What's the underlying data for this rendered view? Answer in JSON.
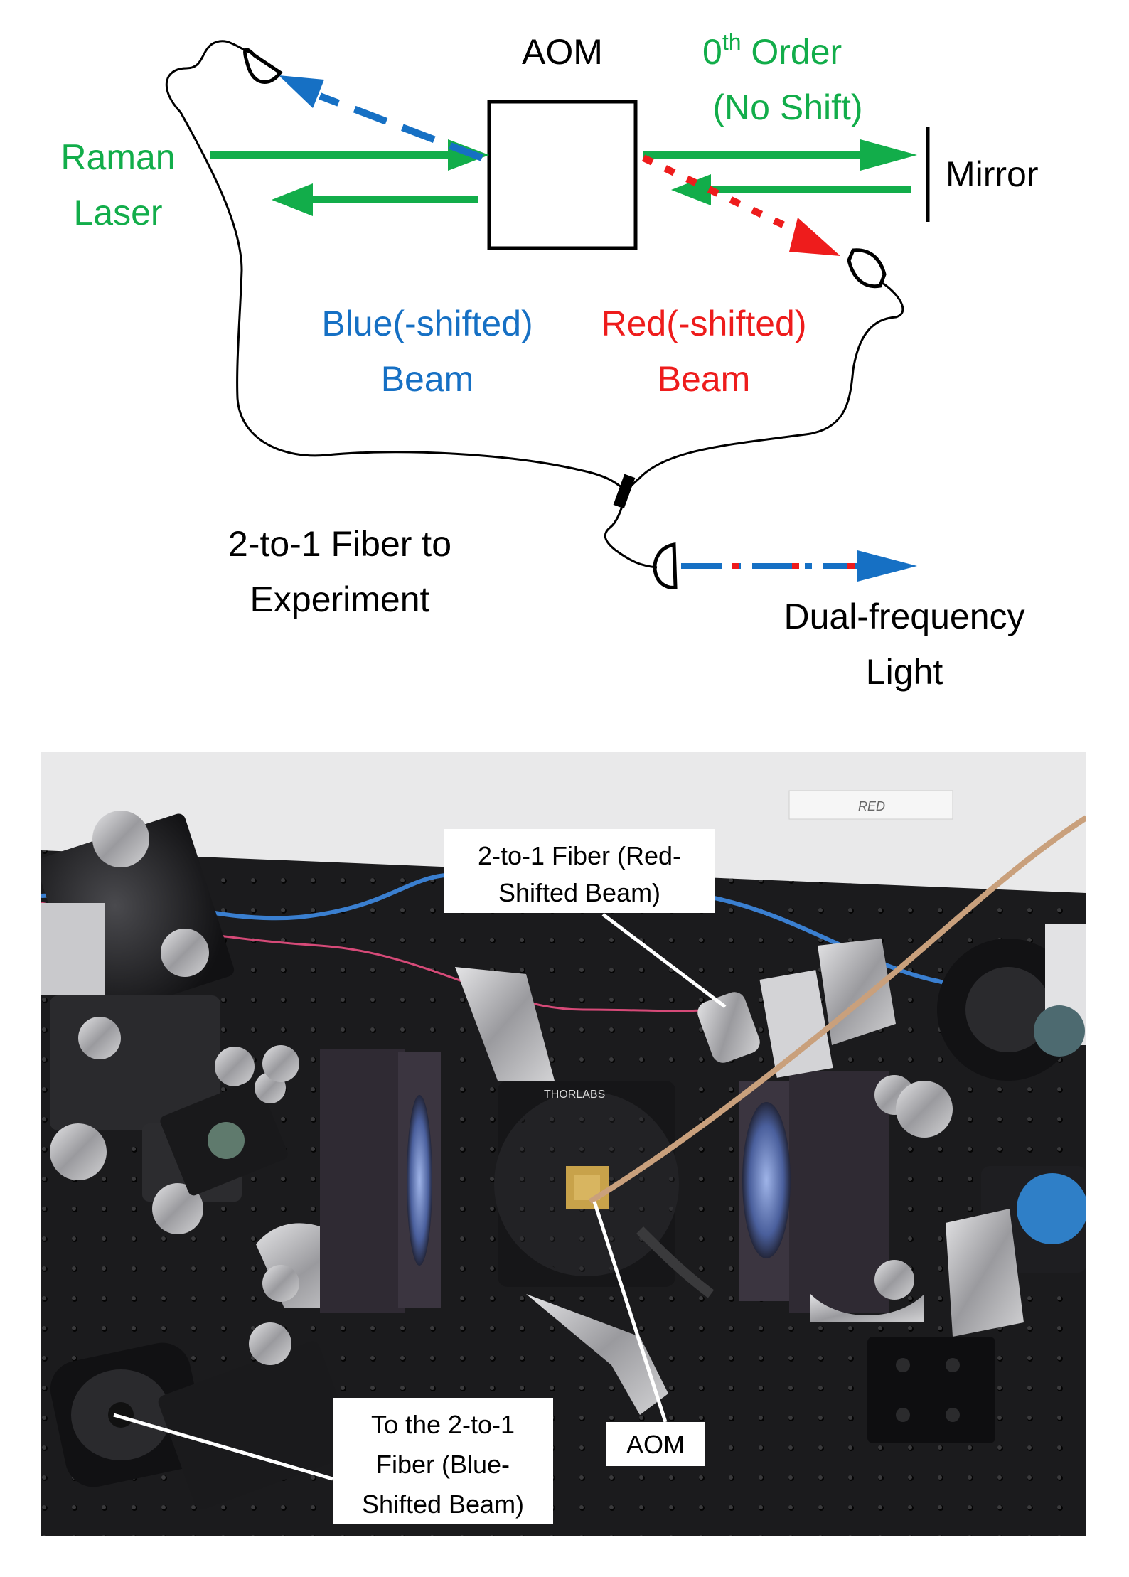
{
  "diagram": {
    "labels": {
      "aom": "AOM",
      "zeroth_order_base": "0",
      "zeroth_order_sup": "th",
      "zeroth_order_rest": " Order",
      "no_shift": "(No Shift)",
      "mirror": "Mirror",
      "raman_line1": "Raman",
      "raman_line2": "Laser",
      "blue_line1": "Blue(-shifted)",
      "blue_line2": "Beam",
      "red_line1": "Red(-shifted)",
      "red_line2": "Beam",
      "fiber_line1": "2-to-1 Fiber to",
      "fiber_line2": "Experiment",
      "dual_line1": "Dual-frequency",
      "dual_line2": "Light"
    },
    "colors": {
      "green": "#12ad4a",
      "blue": "#1670c4",
      "red": "#ee1c1c",
      "black": "#000000"
    }
  },
  "photo": {
    "callouts": {
      "red_fiber_line1": "2-to-1 Fiber (Red-",
      "red_fiber_line2": "Shifted Beam)",
      "blue_fiber_line1": "To the 2-to-1",
      "blue_fiber_line2": "Fiber (Blue-",
      "blue_fiber_line3": "Shifted Beam)",
      "aom": "AOM"
    },
    "sticker_text": "RED",
    "brand_text": "THORLABS",
    "colors": {
      "breadboard": "#1b1b1d",
      "wall": "#e9e9ea",
      "blue_fiber": "#3a7fd0",
      "pink_fiber": "#d64a78",
      "rf_cable": "#c9a07c"
    }
  }
}
